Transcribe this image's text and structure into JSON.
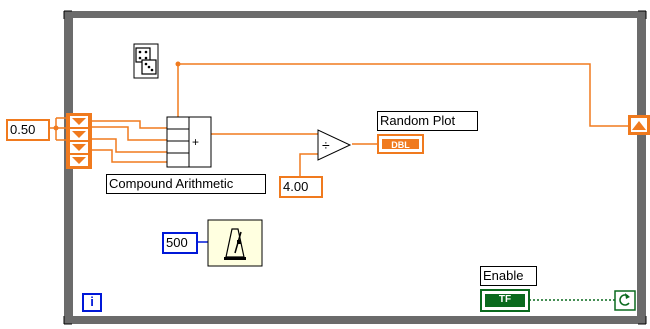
{
  "constants": {
    "initial_value": "0.50",
    "divisor": "4.00",
    "wait_ms": "500"
  },
  "nodes": {
    "compound_arithmetic_label": "Compound Arithmetic",
    "compound_operator": "+",
    "divide_operator": "÷",
    "random_plot_label": "Random Plot",
    "random_plot_type": "DBL",
    "enable_label": "Enable",
    "enable_type": "TF",
    "iteration_terminal": "i"
  },
  "colors": {
    "wire_double": "#f07a1e",
    "wire_boolean": "#0a6a1e",
    "wire_integer": "#0018d8",
    "loop_frame": "#6b6b6b"
  },
  "icons": [
    "random-number-dice-icon",
    "metronome-wait-icon",
    "loop-condition-icon"
  ]
}
